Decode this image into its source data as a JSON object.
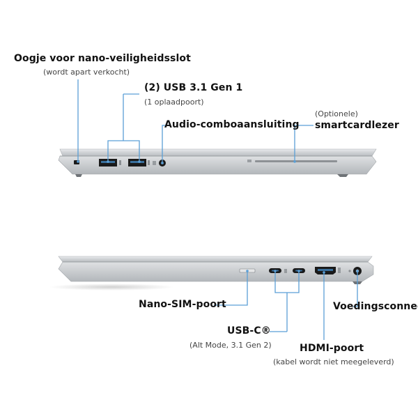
{
  "labels": {
    "nano_lock": {
      "title": "Oogje voor nano-veiligheidsslot",
      "note": "(wordt apart verkocht)"
    },
    "usb31": {
      "title": "(2) USB 3.1 Gen 1",
      "note": "(1 oplaadpoort)"
    },
    "audio": {
      "title": "Audio-comboaansluiting"
    },
    "smartcard": {
      "note": "(Optionele)",
      "title": "smartcardlezer"
    },
    "nano_sim": {
      "title": "Nano-SIM-poort"
    },
    "usbc": {
      "title": "USB-C®",
      "note": "(Alt Mode, 3.1 Gen 2)"
    },
    "hdmi": {
      "title": "HDMI-poort",
      "note": "(kabel wordt niet meegeleverd)"
    },
    "power": {
      "title": "Voedingsconnector"
    }
  },
  "colors": {
    "callout_line": "#5a9fd6",
    "chassis": "#cfd2d5",
    "chassis_dark": "#9a9ea3",
    "port_black": "#1a1a1a"
  }
}
